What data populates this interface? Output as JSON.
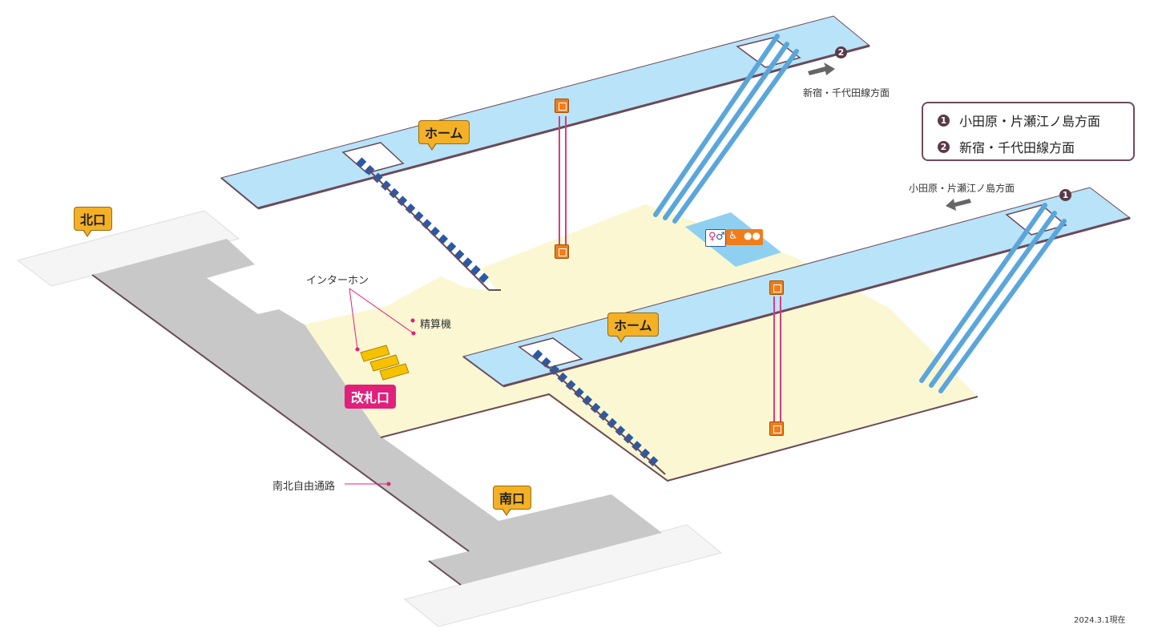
{
  "labels": {
    "north_exit": "北口",
    "south_exit": "南口",
    "platform_upper": "ホーム",
    "platform_lower": "ホーム",
    "ticket_gate": "改札口",
    "intercom": "インターホン",
    "fare_adjustment": "精算機",
    "free_passage": "南北自由通路",
    "dir_upper": "新宿・千代田線方面",
    "dir_lower": "小田原・片瀬江ノ島方面",
    "marker_upper": "2",
    "marker_lower": "1",
    "date": "2024.3.1現在"
  },
  "legend": [
    {
      "num": "1",
      "text": "小田原・片瀬江ノ島方面"
    },
    {
      "num": "2",
      "text": "新宿・千代田線方面"
    }
  ],
  "colors": {
    "platform": "#b8e3f8",
    "concourse": "#fbf7d2",
    "passage": "#c8c8c8",
    "outline": "#6a4a58",
    "callout": "#f4b126",
    "gate": "#e0207a",
    "elevator_shaft": "#d63d7e",
    "stairs": "#2a5aa6",
    "escalator": "#5aa6dc"
  },
  "icons": [
    "elevator-icon",
    "restroom-icon",
    "accessible-restroom-icon",
    "stairs-icon",
    "escalator-icon",
    "ticket-gate-icon",
    "direction-arrow-icon"
  ]
}
